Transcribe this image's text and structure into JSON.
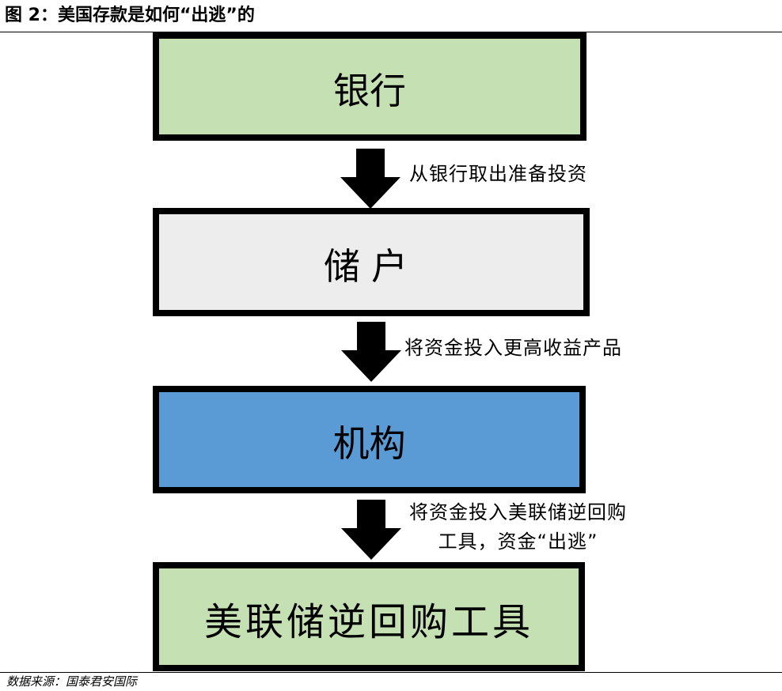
{
  "header": {
    "title": "图 2：美国存款是如何“出逃”的"
  },
  "boxes": {
    "bank": "银行",
    "depositor": "储户",
    "institution": "机构",
    "rrp": "美联储逆回购工具"
  },
  "arrows": {
    "a1": "从银行取出准备投资",
    "a2": "将资金投入更高收益产品",
    "a3_line1": "将资金投入美联储逆回购",
    "a3_line2": "工具，资金“出逃”"
  },
  "footer": {
    "source": "数据来源：国泰君安国际"
  },
  "colors": {
    "bank": "#c5e0b3",
    "depositor": "#ededed",
    "institution": "#5b9bd5",
    "rrp": "#c5e0b3"
  }
}
